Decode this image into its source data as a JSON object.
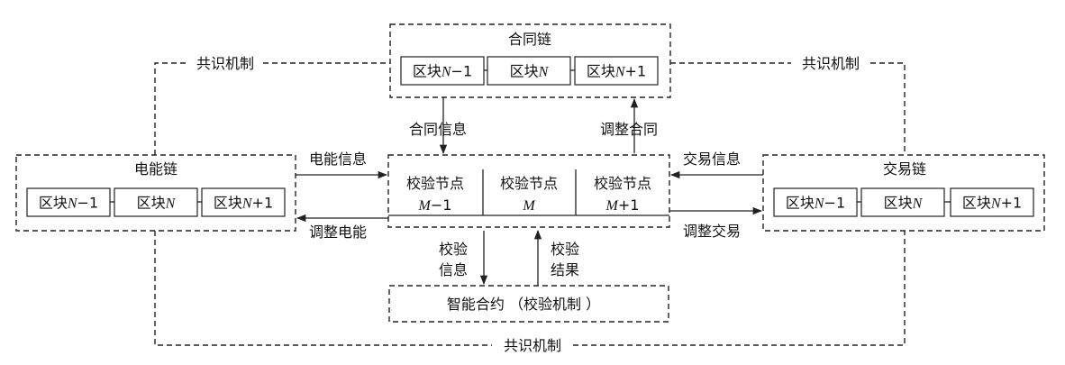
{
  "contract_chain": {
    "title": "合同链",
    "blocks": [
      {
        "prefix": "区块",
        "n": "N",
        "suffix": "−1"
      },
      {
        "prefix": "区块",
        "n": "N",
        "suffix": ""
      },
      {
        "prefix": "区块",
        "n": "N",
        "suffix": "+1"
      }
    ]
  },
  "energy_chain": {
    "title": "电能链",
    "blocks": [
      {
        "prefix": "区块",
        "n": "N",
        "suffix": "−1"
      },
      {
        "prefix": "区块",
        "n": "N",
        "suffix": ""
      },
      {
        "prefix": "区块",
        "n": "N",
        "suffix": "+1"
      }
    ]
  },
  "trade_chain": {
    "title": "交易链",
    "blocks": [
      {
        "prefix": "区块",
        "n": "N",
        "suffix": "−1"
      },
      {
        "prefix": "区块",
        "n": "N",
        "suffix": ""
      },
      {
        "prefix": "区块",
        "n": "N",
        "suffix": "+1"
      }
    ]
  },
  "verify_nodes": [
    {
      "label": "校验节点",
      "var": "M",
      "suffix": "−1"
    },
    {
      "label": "校验节点",
      "var": "M",
      "suffix": ""
    },
    {
      "label": "校验节点",
      "var": "M",
      "suffix": "+1"
    }
  ],
  "smart_contract": "智能合约 （校验机制 ）",
  "consensus": {
    "top_left": "共识机制",
    "top_right": "共识机制",
    "bottom": "共识机制"
  },
  "arrows": {
    "contract_info": "合同信息",
    "adjust_contract": "调整合同",
    "energy_info": "电能信息",
    "adjust_energy": "调整电能",
    "trade_info": "交易信息",
    "adjust_trade": "调整交易",
    "verify_info": [
      "校验",
      "信息"
    ],
    "verify_result": [
      "校验",
      "结果"
    ]
  }
}
